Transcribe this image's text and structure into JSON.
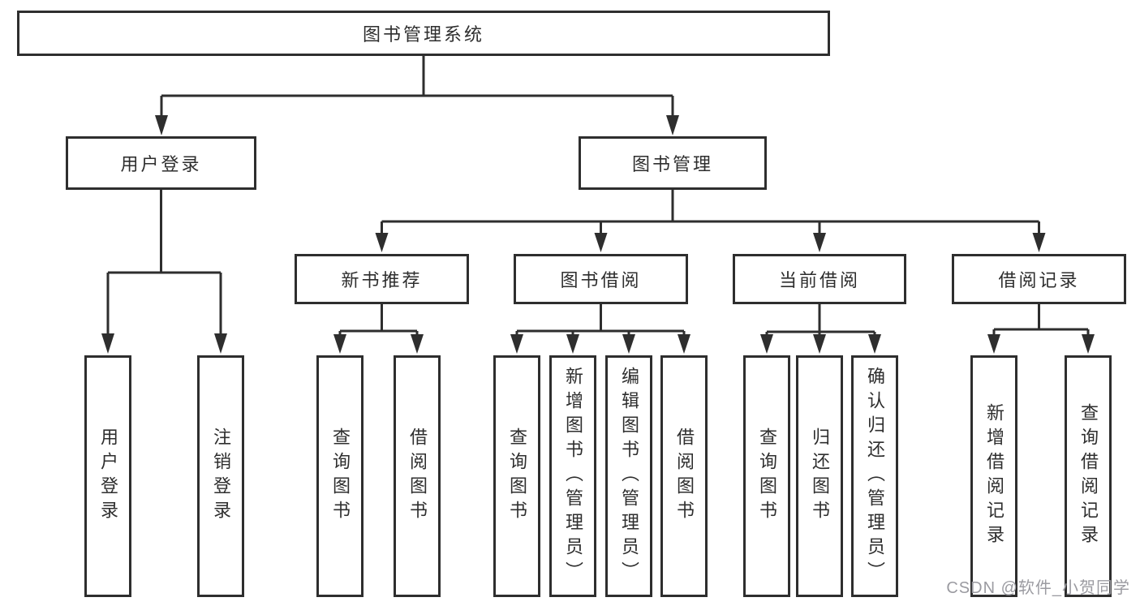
{
  "watermark": {
    "text": "CSDN @软件_小贺同学"
  },
  "colors": {
    "line": "#2e2e2e",
    "box_border": "#2e2e2e",
    "text": "#2e2e2e",
    "watermark": "#9b9ba1",
    "background": "#ffffff"
  },
  "diagram": {
    "root": {
      "label": "图书管理系统"
    },
    "branches": [
      {
        "label": "用户登录",
        "children": [
          {
            "label": "用户登录"
          },
          {
            "label": "注销登录"
          }
        ]
      },
      {
        "label": "图书管理",
        "children": [
          {
            "label": "新书推荐",
            "children": [
              {
                "label": "查询图书"
              },
              {
                "label": "借阅图书"
              }
            ]
          },
          {
            "label": "图书借阅",
            "children": [
              {
                "label": "查询图书"
              },
              {
                "label": "新增图书（管理员）"
              },
              {
                "label": "编辑图书（管理员）"
              },
              {
                "label": "借阅图书"
              }
            ]
          },
          {
            "label": "当前借阅",
            "children": [
              {
                "label": "查询图书"
              },
              {
                "label": "归还图书"
              },
              {
                "label": "确认归还（管理员）"
              }
            ]
          },
          {
            "label": "借阅记录",
            "children": [
              {
                "label": "新增借阅记录"
              },
              {
                "label": "查询借阅记录"
              }
            ]
          }
        ]
      }
    ]
  }
}
